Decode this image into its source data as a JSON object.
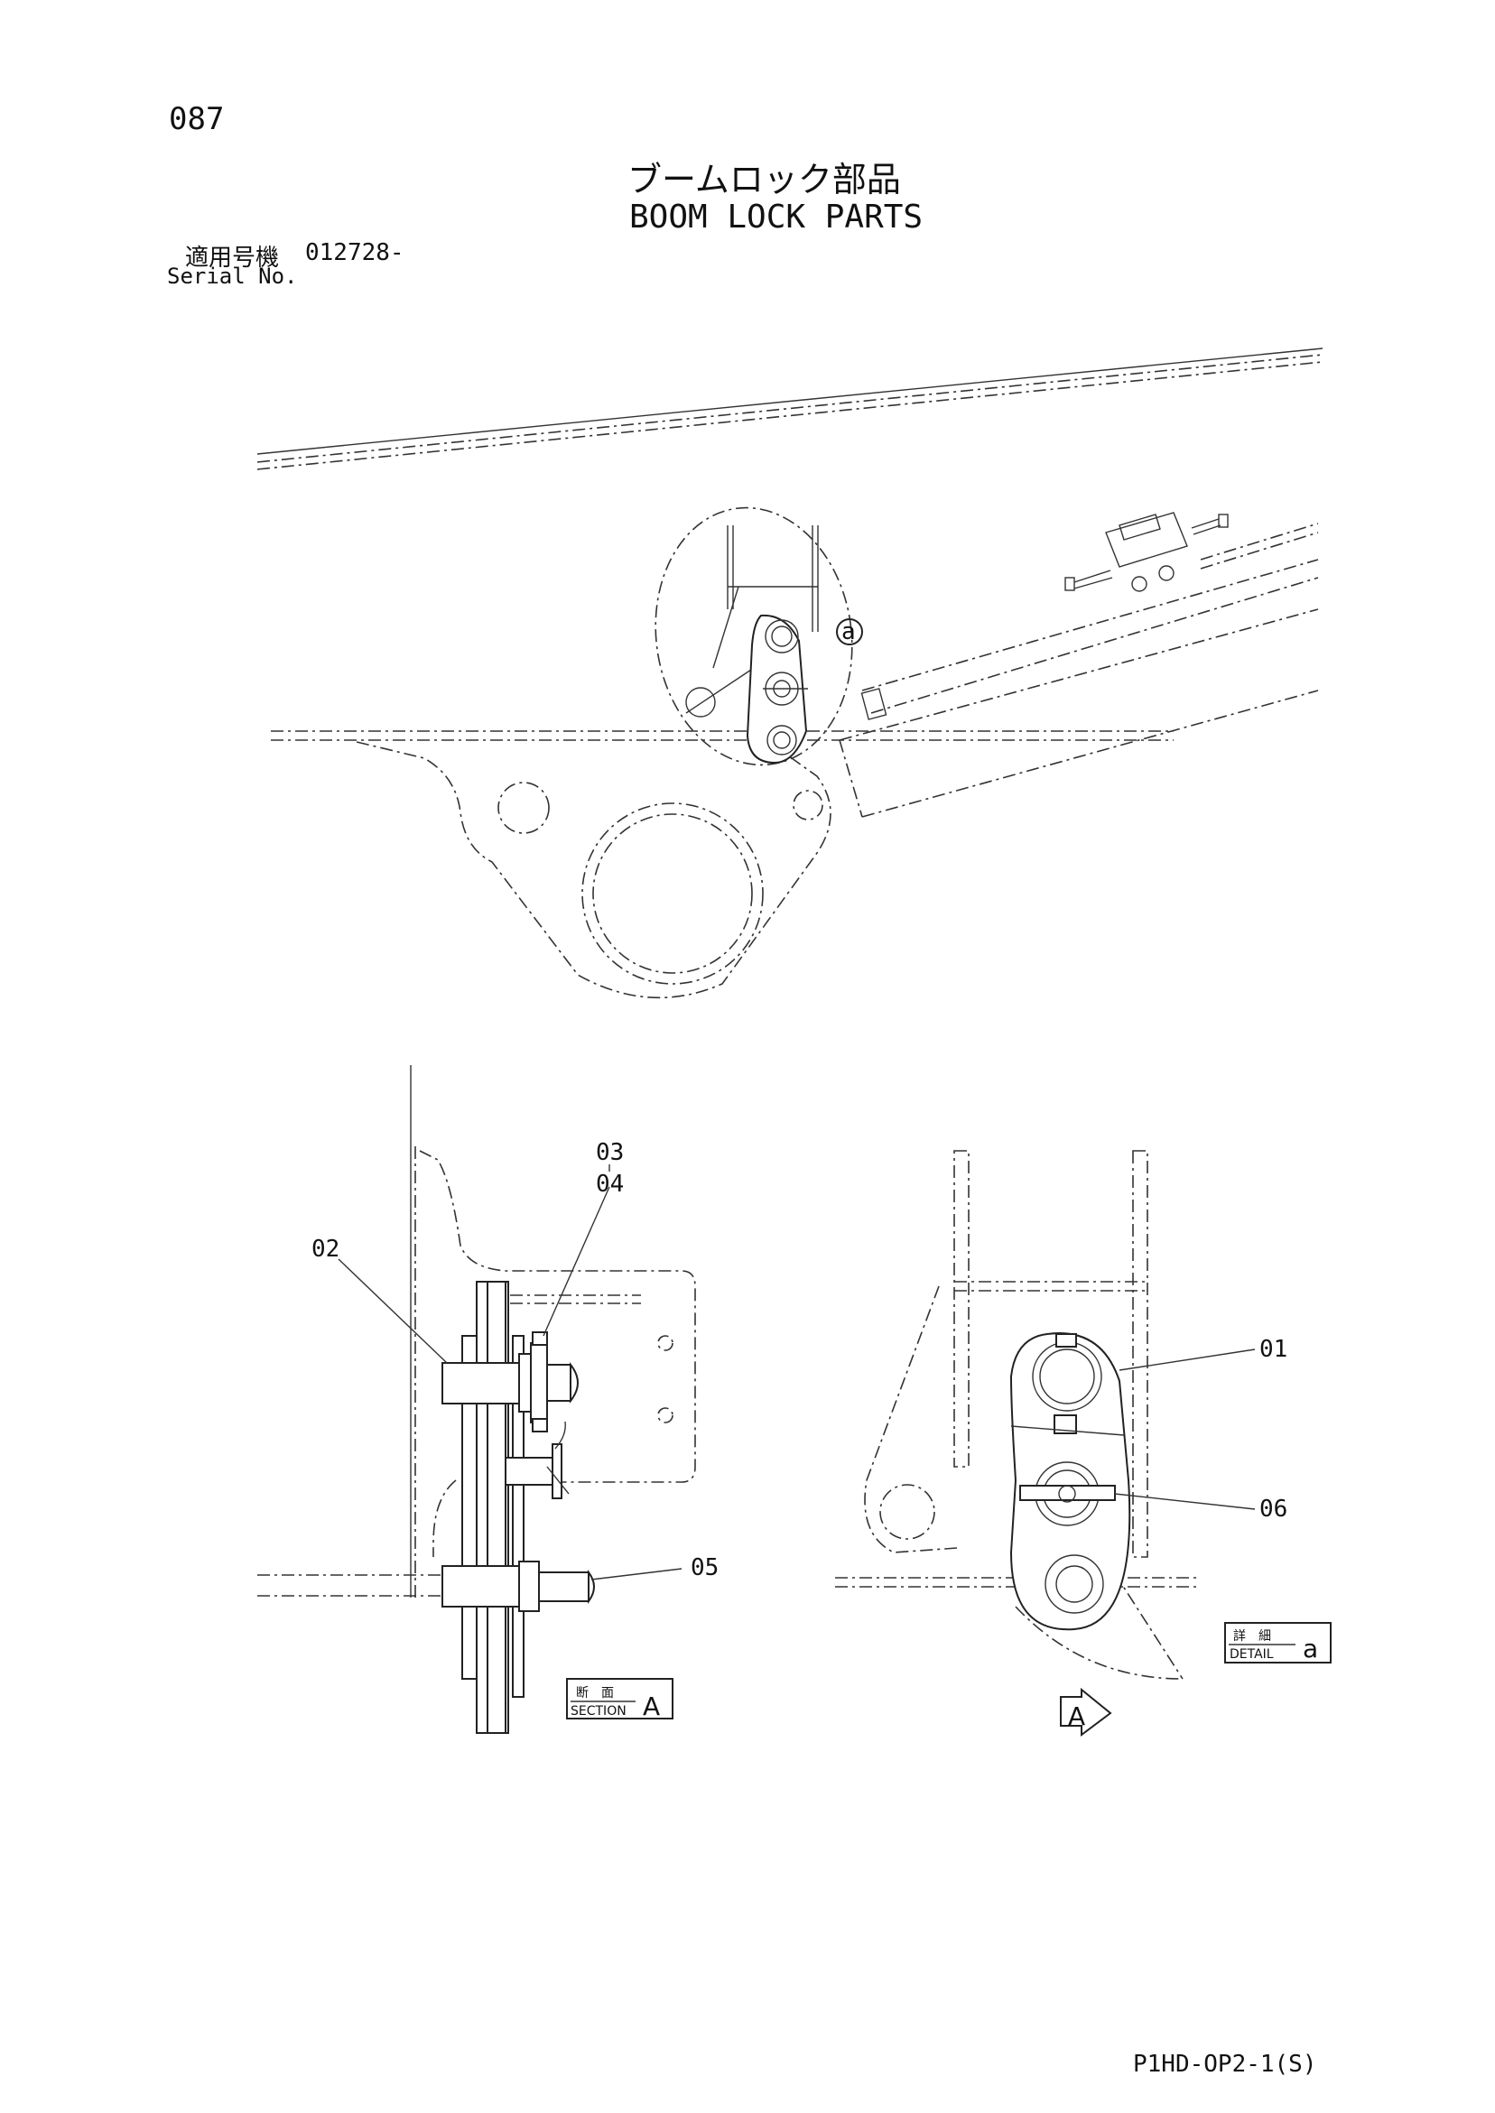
{
  "header": {
    "page_number": "087",
    "title_jp": "ブームロック部品",
    "title_en": "BOOM LOCK PARTS",
    "serial_label_jp": "適用号機",
    "serial_number": "012728-",
    "serial_label_en": "Serial No."
  },
  "callouts": {
    "detail_marker": "a",
    "part_01": "01",
    "part_02": "02",
    "part_03": "03",
    "part_04": "04",
    "part_05": "05",
    "part_06": "06"
  },
  "tags": {
    "section_jp": "断　面",
    "section_en": "SECTION",
    "section_letter": "A",
    "detail_jp": "詳　細",
    "detail_en": "DETAIL",
    "detail_letter": "a",
    "view_arrow_letter": "A"
  },
  "footer": {
    "code": "P1HD-OP2-1(S)"
  }
}
